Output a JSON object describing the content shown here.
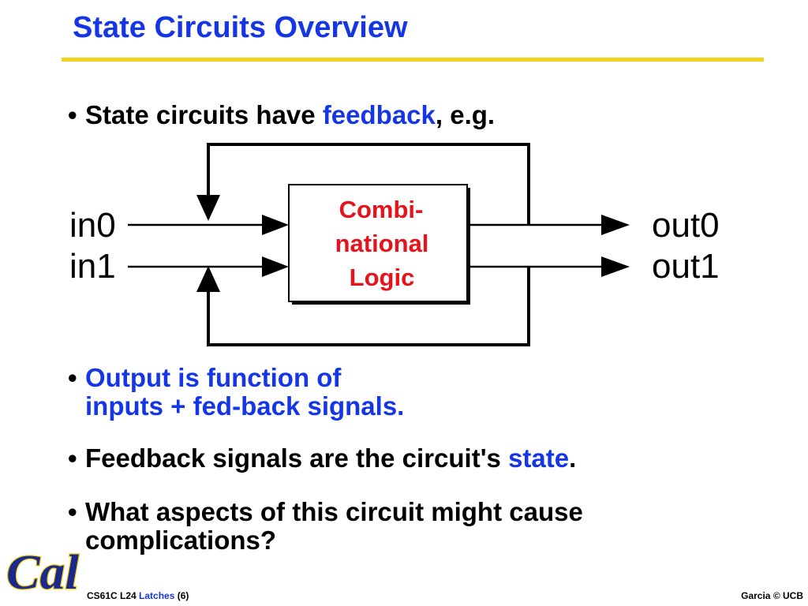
{
  "slide": {
    "title": "State Circuits Overview",
    "bullet_char": "•",
    "bullets": [
      {
        "pre": "State circuits have ",
        "highlight": "feedback",
        "post": ", e.g."
      },
      {
        "line1": "Output is function of",
        "line2": "inputs + fed-back signals."
      },
      {
        "pre": "Feedback signals are the circuit's ",
        "highlight": "state",
        "post": "."
      },
      {
        "line1": "What aspects of this circuit might cause",
        "line2": "complications?"
      }
    ]
  },
  "diagram": {
    "block_lines": [
      "Combi-",
      "national",
      "Logic"
    ],
    "inputs": [
      "in0",
      "in1"
    ],
    "outputs": [
      "out0",
      "out1"
    ]
  },
  "logo": {
    "text": "Cal"
  },
  "footer": {
    "course": "CS61C L24 ",
    "topic": "Latches",
    "page": " (6)",
    "right": "Garcia © UCB"
  },
  "colors": {
    "accent_blue": "#1436e6",
    "logic_red": "#e8121a",
    "rule_gold": "#f2d21c",
    "logo_navy": "#1b2a8a"
  }
}
